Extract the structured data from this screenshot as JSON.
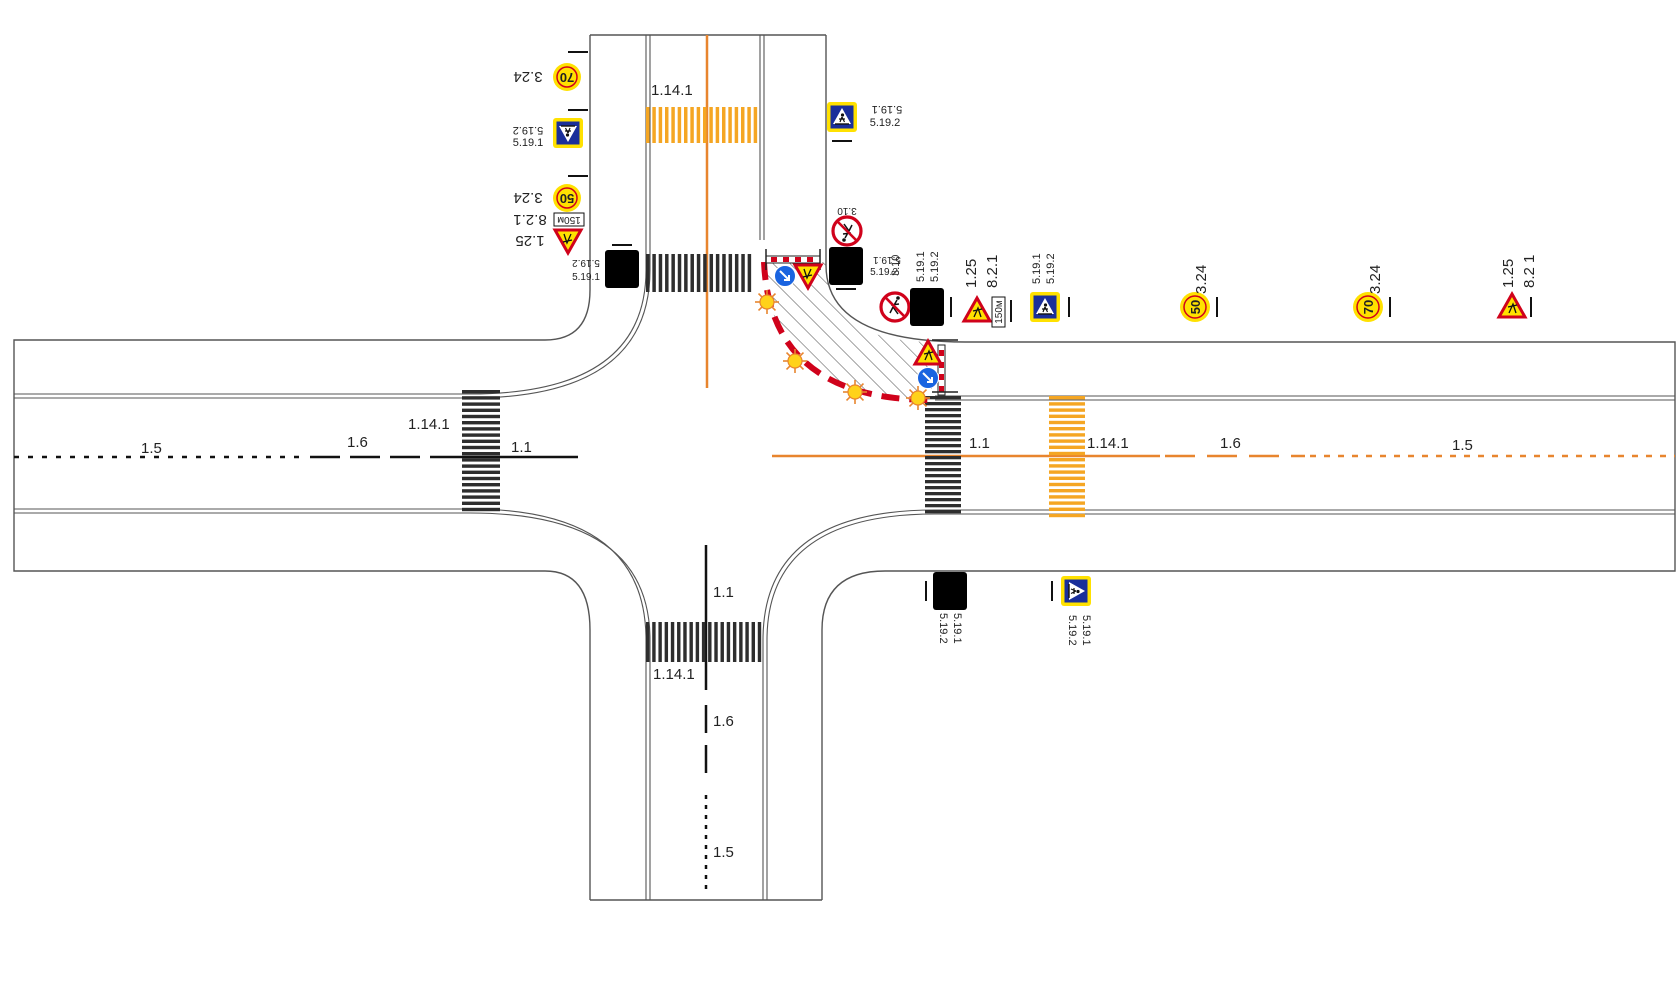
{
  "colors": {
    "road_edge": "#555555",
    "zebra": "#2e2e2e",
    "zebra_temporary": "#f5a623",
    "temp_axis": "#e8852e",
    "barrier_red": "#d0021b",
    "sign_yellow": "#ffe100",
    "sign_blue": "#1a2f9a",
    "sign_black": "#000000"
  },
  "icons": {
    "pedestrian_crossing": "pedestrian-crossing-sign-icon",
    "speed_limit": "speed-limit-sign-icon",
    "road_works": "road-works-warning-icon",
    "no_pedestrians": "no-pedestrians-sign-icon",
    "keep_right": "keep-right-sign-icon",
    "flashing_lamp": "flashing-signal-lamp-icon",
    "covered_sign": "covered-sign-icon"
  },
  "markings": {
    "m1_1": "1.1",
    "m1_5": "1.5",
    "m1_6": "1.6",
    "m1_14_1": "1.14.1"
  },
  "signs": {
    "s1_25": "1.25",
    "s3_10": "3.10",
    "s3_24": "3.24",
    "s5_19_1": "5.19.1",
    "s5_19_2": "5.19.2",
    "s8_2_1": "8.2.1",
    "s8_2_1_spaced": "8.2 1",
    "speed_70": "70",
    "speed_50": "50",
    "plate_distance": "150м"
  }
}
